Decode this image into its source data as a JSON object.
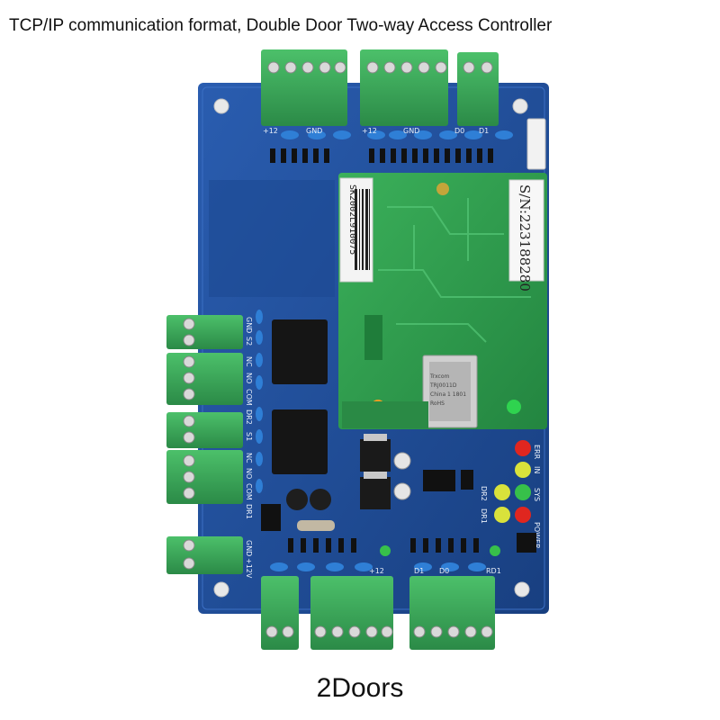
{
  "headline": "TCP/IP communication format, Double Door Two-way Access Controller",
  "caption": "2Doors",
  "sticker_code": "SK2002L910075",
  "serial_number": "S/N:223188280",
  "rj45_text": [
    "Trxcom",
    "TRJ0011D",
    "China 1 1801",
    "RoHS"
  ],
  "left_terminal_labels": [
    "GND",
    "S2",
    "NC",
    "NO",
    "COM",
    "DR2",
    "S1",
    "NC",
    "NO",
    "COM",
    "DR1",
    "GND",
    "+12V"
  ],
  "top_labels": [
    "+12",
    "GND",
    "+12",
    "GND",
    "D0",
    "D1"
  ],
  "bottom_labels": [
    "+12",
    "D1",
    "D0",
    "RD1"
  ],
  "led_labels": [
    "ERR",
    "IN",
    "SYS",
    "DR2",
    "DR1",
    "POWER"
  ],
  "colors": {
    "pcb": "#1f4f9a",
    "terminal": "#3aa85a",
    "ethernet_module": "#2e9a4a",
    "capacitor": "#2f7fd6"
  }
}
